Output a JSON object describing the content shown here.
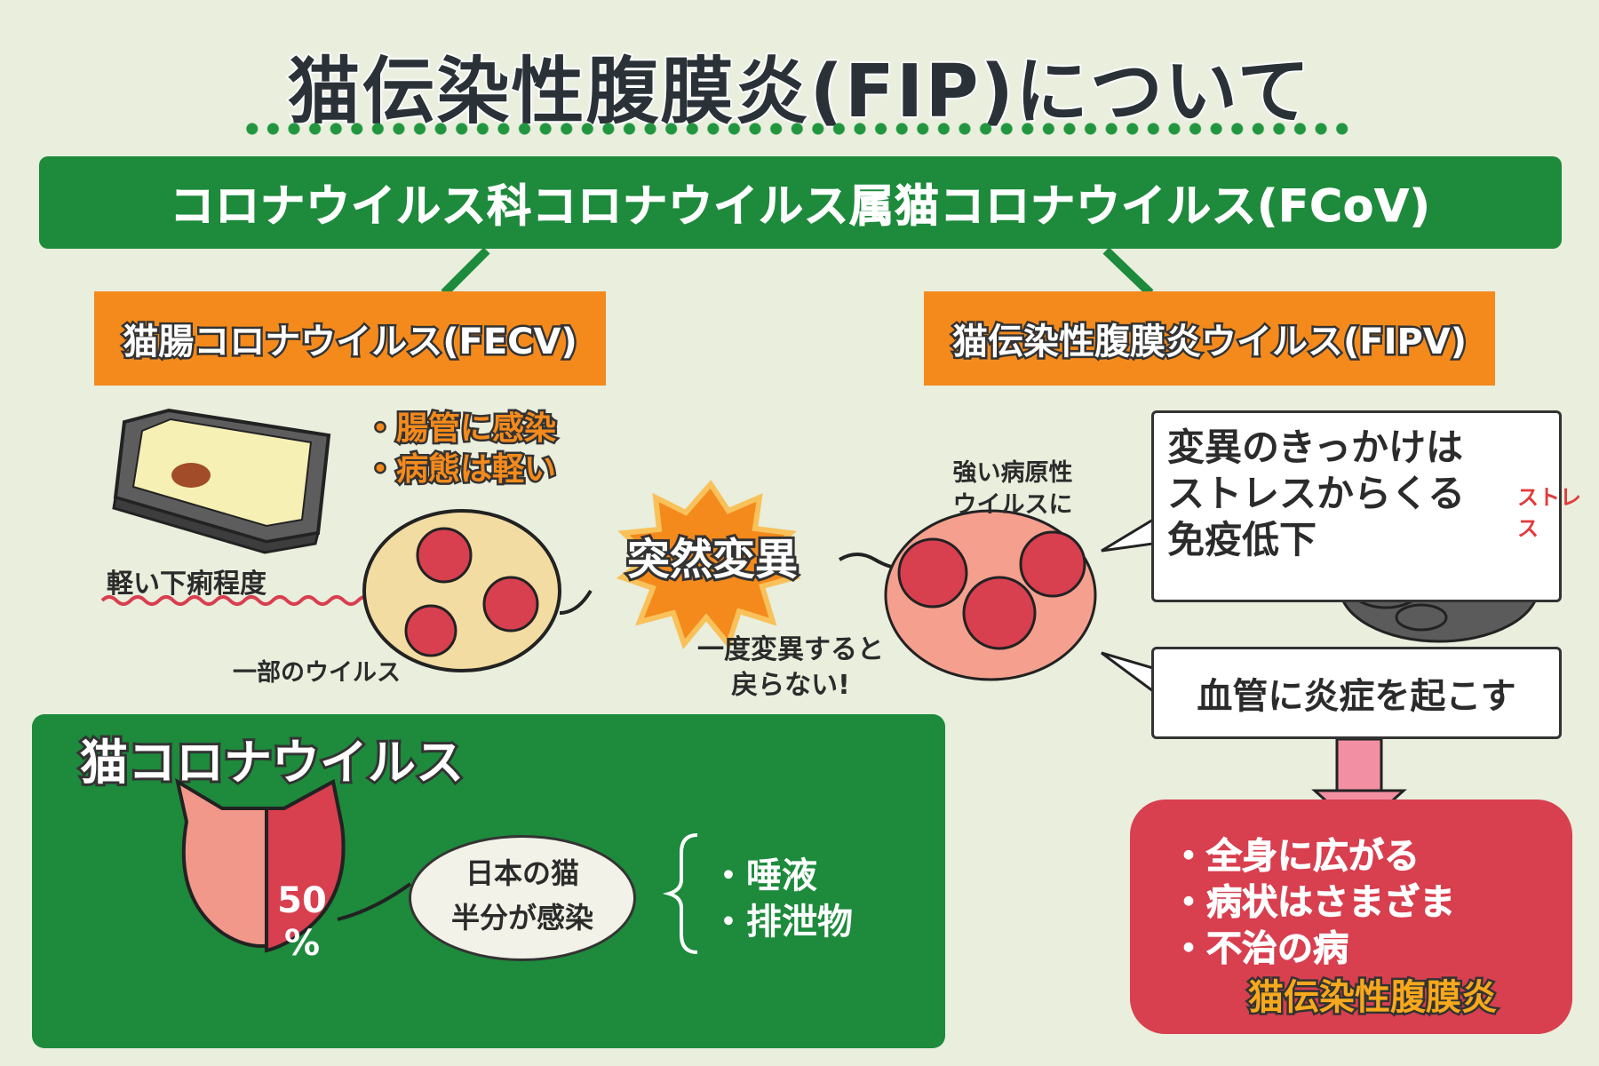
{
  "title": "猫伝染性腹膜炎(FIP)について",
  "fcov": {
    "label": "コロナウイルス科コロナウイルス属猫コロナウイルス(FCoV)"
  },
  "fecv": {
    "label": "猫腸コロナウイルス(FECV)",
    "notes": [
      "・腸管に感染",
      "・病態は軽い"
    ],
    "mild_symptom": "軽い下痢程度",
    "partial": "一部のウイルス"
  },
  "mutation": {
    "label": "突然変異",
    "strong": [
      "強い病原性",
      "ウイルスに"
    ],
    "irreversible": [
      "一度変異すると",
      "戻らない!"
    ]
  },
  "fipv": {
    "label": "猫伝染性腹膜炎ウイルス(FIPV)",
    "trigger": [
      "変異のきっかけは",
      "ストレスからくる",
      "免疫低下"
    ],
    "stress": "ストレス",
    "vessel": "血管に炎症を起こす",
    "effects": [
      "・全身に広がる",
      "・病状はさまざま",
      "・不治の病"
    ],
    "disease": "猫伝染性腹膜炎"
  },
  "cat_corona": {
    "title": "猫コロナウイルス",
    "percent": [
      "50",
      "%"
    ],
    "japan": [
      "日本の猫",
      "半分が感染"
    ],
    "routes": [
      "・唾液",
      "・排泄物"
    ]
  },
  "colors": {
    "green": "#1d8a3c",
    "orange": "#f48a1c",
    "red": "#d83f4f",
    "background": "#e9eedd"
  }
}
